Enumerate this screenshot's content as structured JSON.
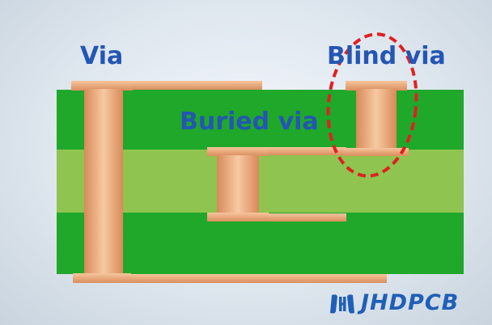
{
  "labels": {
    "via": "Via",
    "buried_via": "Buried via",
    "blind_via": "Blind via"
  },
  "logo": {
    "text": "JHDPCB",
    "icon": "jhdpcb-logo-icon"
  },
  "colors": {
    "copper_layer": "#1fa82a",
    "core_layer": "#8ec44f",
    "plating": "#e8a878",
    "label_text": "#2456b3",
    "highlight_ring": "#e02020",
    "logo": "#1f5fb8"
  }
}
